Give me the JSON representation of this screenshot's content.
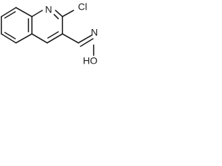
{
  "structure": {
    "atom_labels": {
      "ring_nitrogen": "N",
      "chlorine": "Cl",
      "oxime_nitrogen": "N",
      "hydroxyl": "HO"
    },
    "colors": {
      "ink": "#1a1a1a",
      "background": "#ffffff"
    }
  }
}
